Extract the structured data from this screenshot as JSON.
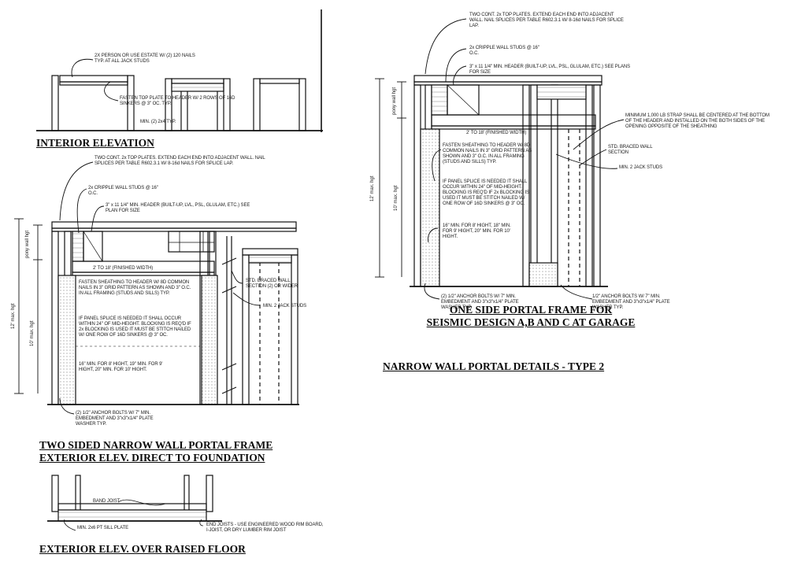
{
  "titles": {
    "interior_elevation": "INTERIOR ELEVATION",
    "two_sided_line1": "TWO SIDED NARROW WALL PORTAL FRAME",
    "two_sided_line2": "EXTERIOR ELEV. DIRECT TO FOUNDATION",
    "raised_floor": "EXTERIOR ELEV. OVER RAISED FLOOR",
    "one_side_line1": "ONE SIDE PORTAL FRAME FOR",
    "one_side_line2": "SEISMIC DESIGN A,B AND C AT GARAGE",
    "narrow_wall": "NARROW WALL PORTAL DETAILS - TYPE 2"
  },
  "interior_notes": {
    "top": "2X PERSON OR USE ESTATE W/ (2) 120 NAILS TYP. AT ALL JACK STUDS",
    "fasten": "FASTEN TOP PLATE TO HEADER W/ 2 ROWS OF 16D SINKERS @ 3\" OC. TYP.",
    "min": "MIN. (2) 2x4 TYP."
  },
  "two_sided_notes": {
    "top_plates": "TWO CONT. 2x TOP PLATES. EXTEND EACH END INTO ADJACENT WALL. NAIL SPLICES PER TABLE R602.3.1 W/ 8-16d NAILS FOR SPLICE LAP.",
    "cripple": "2x CRIPPLE WALL STUDS @ 16\" O.C.",
    "header": "3\" x 11 1/4\" MIN. HEADER (BUILT-UP, LVL, PSL, GLULAM, ETC.) SEE PLAN FOR SIZE",
    "width": "2' TO 18' (FINISHED WIDTH)",
    "fasten": "FASTEN SHEATHING TO HEADER W/ 8D COMMON NAILS IN 3\" GRID PATTERN AS SHOWN AND 3\" O.C. IN ALL FRAMING (STUDS AND SILLS) TYP.",
    "panel": "IF PANEL SPLICE IS NEEDED IT SHALL OCCUR WITHIN 24\" OF MID-HEIGHT. BLOCKING IS REQ'D IF 2x BLOCKING IS USED IT MUST BE STITCH NAILED W/ ONE ROW OF 16D SINKERS @ 3\" OC.",
    "heights": "16\" MIN. FOR 8' HIGHT, 19\" MIN. FOR 9' HIGHT, 20\" MIN. FOR 10' HIGHT.",
    "anchor": "(2) 1/2\" ANCHOR BOLTS W/ 7\" MIN. EMBEDMENT AND 3\"x3\"x1/4\" PLATE WASHER TYP.",
    "braced": "STD. BRACED WALL SECTION (2) OR WIDER",
    "jack": "MIN. 2 JACK STUDS",
    "dim_top": "pony wall hgt",
    "dim_12": "12' max. hgt",
    "dim_10": "10' max. hgt"
  },
  "raised_notes": {
    "band": "BAND JOIST",
    "min": "MIN. 2x6 PT SILL PLATE",
    "end": "END JOISTS - USE ENGINEERED WOOD RIM BOARD, I-JOIST, OR DRY LUMBER RIM JOIST"
  },
  "one_side_notes": {
    "top_plates": "TWO CONT. 2x TOP PLATES. EXTEND EACH END INTO ADJACENT WALL. NAIL SPLICES PER TABLE R602.3.1 W/ 8-16d NAILS FOR SPLICE LAP.",
    "cripple": "2x CRIPPLE WALL STUDS @ 16\" O.C.",
    "header": "3\" x 11 1/4\" MIN. HEADER (BUILT-UP, LVL, PSL, GLULAM, ETC.) SEE PLANS FOR SIZE",
    "strap": "MINIMUM 1,000 LB STRAP SHALL BE CENTERED AT THE BOTTOM OF THE HEADER AND INSTALLED ON THE BOTH SIDES OF THE OPENING OPPOSITE OF THE SHEATHING",
    "width": "2' TO 18' (FINISHED WIDTH)",
    "braced": "STD. BRACED WALL SECTION",
    "jack": "MIN. 2 JACK STUDS",
    "fasten": "FASTEN SHEATHING TO HEADER W/ 8D COMMON NAILS IN 3\" GRID PATTERN AS SHOWN AND 3\" O.C. IN ALL FRAMING (STUDS AND SILLS) TYP.",
    "panel": "IF PANEL SPLICE IS NEEDED IT SHALL OCCUR WITHIN 24\" OF MID-HEIGHT. BLOCKING IS REQ'D IF 2x BLOCKING IS USED IT MUST BE STITCH NAILED W/ ONE ROW OF 16D SINKERS @ 3\" OC.",
    "heights": "16\" MIN. FOR 8' HIGHT, 18\" MIN. FOR 9' HIGHT, 20\" MIN. FOR 10' HIGHT.",
    "anchor_l": "(2) 1/2\" ANCHOR BOLTS W/ 7\" MIN. EMBEDMENT AND 3\"x3\"x1/4\" PLATE WASHER TYP.",
    "anchor_r": "1/2\" ANCHOR BOLTS W/ 7\" MIN. EMBEDMENT AND 3\"x3\"x1/4\" PLATE WASHER TYP.",
    "dim_top": "pony wall hgt",
    "dim_12": "12' max. hgt",
    "dim_10": "10' max. hgt"
  }
}
